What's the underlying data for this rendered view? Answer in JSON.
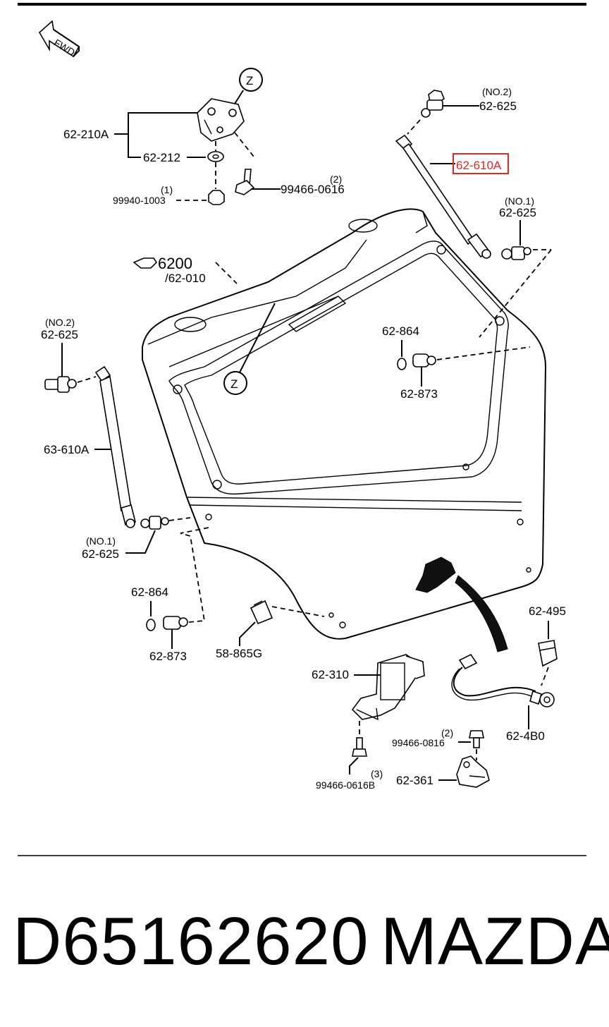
{
  "labels": {
    "fwd": "FWD",
    "callout_z": "Z",
    "hinge": "62-210A",
    "washer": "62-212",
    "nut": "99940-1003",
    "nut_qty": "(1)",
    "hinge_bolt": "99466-0616",
    "hinge_bolt_qty": "(2)",
    "no2": "(NO.2)",
    "no1": "(NO.1)",
    "ball_stud": "62-625",
    "strut_right": "62-610A",
    "strut_left": "63-610A",
    "liftgate_ref": "6200",
    "liftgate": "/62-010",
    "bumper_pad": "62-864",
    "bumper_stop": "62-873",
    "bracket": "58-865G",
    "latch": "62-310",
    "latch_bolt_a": "99466-0816",
    "latch_bolt_a_qty": "(2)",
    "latch_bolt_b": "99466-0616B",
    "latch_bolt_b_qty": "(3)",
    "striker": "62-361",
    "clip": "62-495",
    "switch": "62-4B0"
  },
  "footer": {
    "part_number": "D65162620",
    "brand": "MAZDA"
  },
  "highlight_color": "#e32626"
}
